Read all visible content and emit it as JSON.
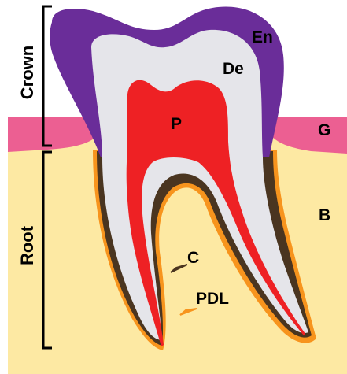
{
  "labels": {
    "crown": "Crown",
    "root": "Root",
    "enamel": "En",
    "dentin": "De",
    "pulp": "P",
    "gum": "G",
    "bone": "B",
    "cementum": "C",
    "periodontal_ligament": "PDL"
  },
  "colors": {
    "enamel": "#6a2d99",
    "dentin": "#e5e5ea",
    "pulp": "#ee2124",
    "gum": "#ec5f92",
    "bone": "#fde9a3",
    "cementum": "#4a3520",
    "pdl": "#f7941d",
    "bracket": "#000000"
  }
}
